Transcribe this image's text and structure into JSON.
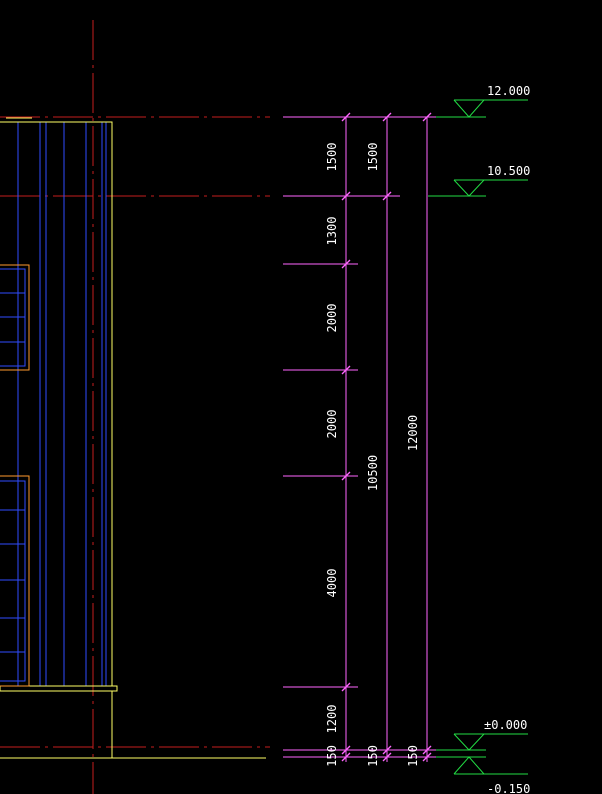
{
  "colors": {
    "background": "#000000",
    "centerline": "#c41e1e",
    "facade_outline": "#ffff66",
    "facade_lines": "#2f4cff",
    "window_frame": "#ff9a2e",
    "dimension": "#ff66ff",
    "level_mark": "#22dd44",
    "text": "#ffffff"
  },
  "levels": [
    {
      "label": "12.000",
      "elevation_mm": 12000
    },
    {
      "label": "10.500",
      "elevation_mm": 10500
    },
    {
      "label": "±0.000",
      "elevation_mm": 0
    },
    {
      "label": "-0.150",
      "elevation_mm": -150
    }
  ],
  "dimension_chain_1": [
    {
      "label": "1500"
    },
    {
      "label": "1300"
    },
    {
      "label": "2000"
    },
    {
      "label": "2000"
    },
    {
      "label": "4000"
    },
    {
      "label": "1200"
    },
    {
      "label": "150"
    }
  ],
  "dimension_chain_2": [
    {
      "label": "1500"
    },
    {
      "label": "10500"
    },
    {
      "label": "150"
    }
  ],
  "dimension_chain_3": [
    {
      "label": "12000"
    },
    {
      "label": "150"
    }
  ]
}
